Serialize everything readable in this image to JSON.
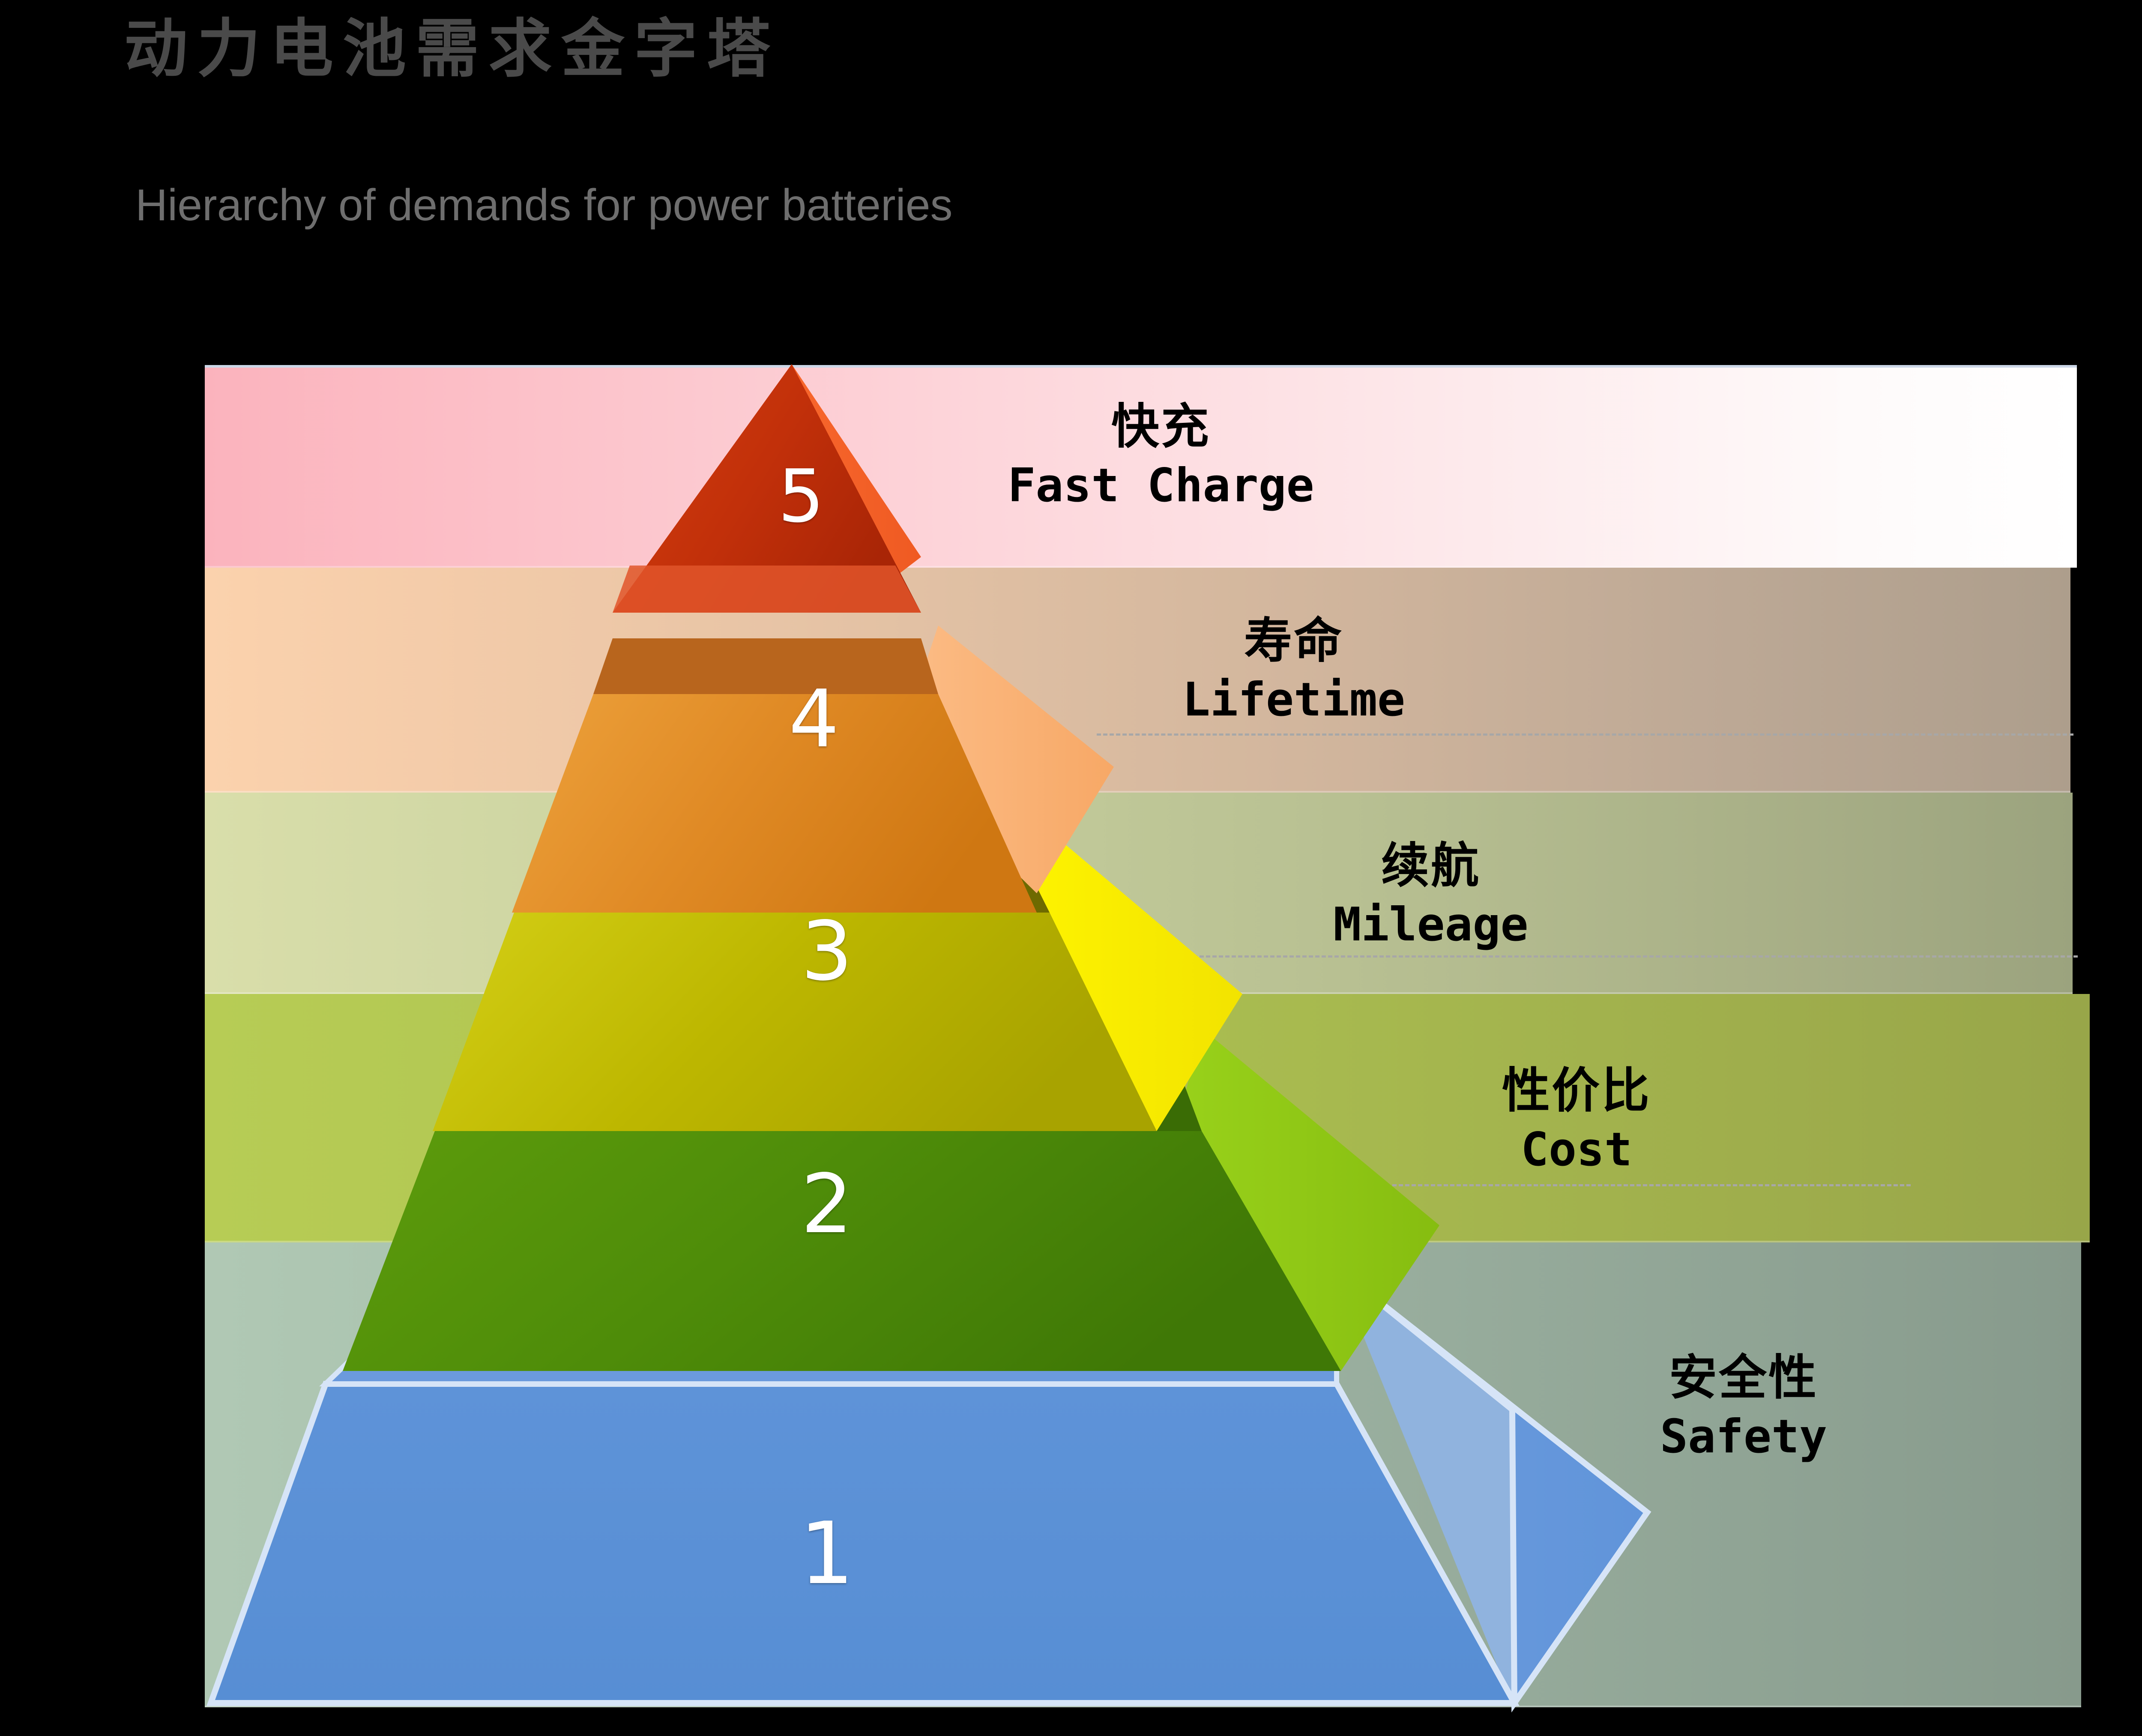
{
  "header": {
    "title": "动力电池需求金字塔",
    "subtitle": "Hierarchy of demands for power batteries"
  },
  "colors": {
    "title": "#4a4a4a",
    "subtitle": "#6e6e6e",
    "background": "#000000",
    "rule": "#ccd7e8",
    "tier5": "#c8320a",
    "tier4": "#e08a25",
    "tier3": "#b5b000",
    "tier2": "#4e8c09",
    "tier1": "#5b90d6"
  },
  "chart_data": {
    "type": "pyramid",
    "title": "动力电池需求金字塔",
    "subtitle": "Hierarchy of demands for power batteries",
    "orientation": "bottom-widest",
    "levels": [
      {
        "number": "5",
        "cn": "快充",
        "en": "Fast Charge",
        "rank": 5,
        "face": "#c8320a",
        "side": "#f4602a",
        "band": "#fbb3bd"
      },
      {
        "number": "4",
        "cn": "寿命",
        "en": "Lifetime",
        "rank": 4,
        "face": "#e08a25",
        "side": "#f9b276",
        "band": "#fbd2ad"
      },
      {
        "number": "3",
        "cn": "续航",
        "en": "Mileage",
        "rank": 3,
        "face": "#b5b000",
        "side": "#fdf000",
        "band": "#d9deaa"
      },
      {
        "number": "2",
        "cn": "性价比",
        "en": "Cost",
        "rank": 2,
        "face": "#4e8c09",
        "side": "#8dc714",
        "band": "#b7cc55"
      },
      {
        "number": "1",
        "cn": "安全性",
        "en": "Safety",
        "rank": 1,
        "face": "#5b90d6",
        "side": "#6f9ddd",
        "band": "#b0c8b4"
      }
    ]
  }
}
